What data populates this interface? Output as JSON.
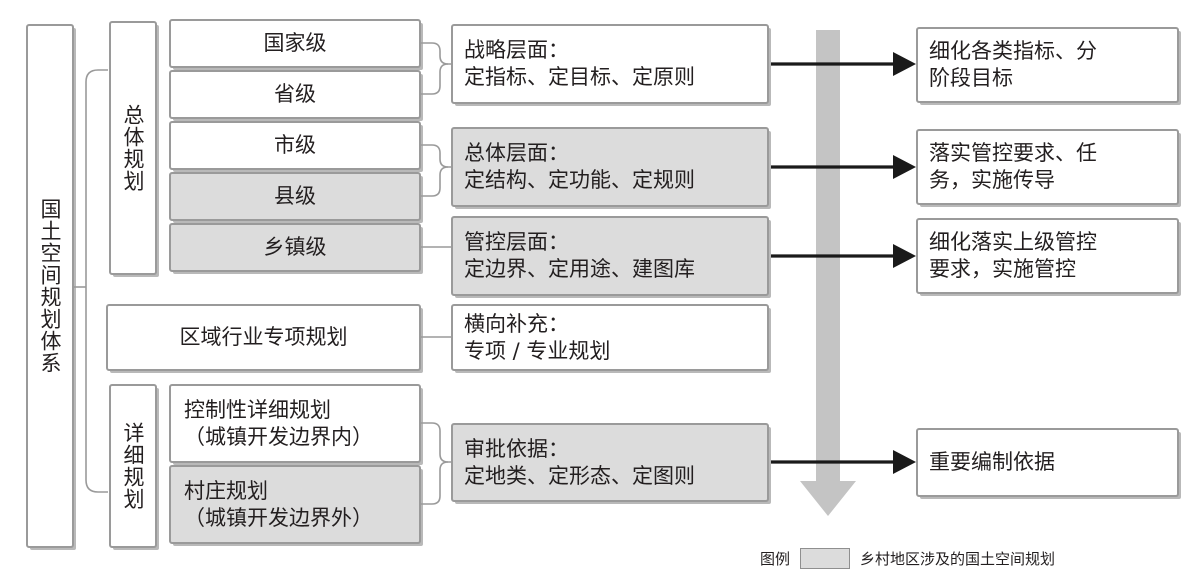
{
  "diagram": {
    "type": "hierarchy-flow",
    "title_root": "国土空间规划体系",
    "legend": {
      "label": "图例",
      "swatch_color": "#dcdcdc",
      "description": "乡村地区涉及的国土空间规划"
    },
    "colors": {
      "shaded_fill": "#dcdcdc",
      "plain_fill": "#ffffff",
      "box_stroke": "#9a9a9a",
      "flow_line": "#1a1a1a",
      "big_arrow": "#c4c4c4"
    },
    "groups": [
      {
        "id": "overall",
        "label": "总体规划",
        "shaded": false
      },
      {
        "id": "detailed",
        "label": "详细规划",
        "shaded": false
      }
    ],
    "levels": [
      {
        "id": "national",
        "label": "国家级",
        "shaded": false
      },
      {
        "id": "provincial",
        "label": "省级",
        "shaded": false
      },
      {
        "id": "municipal",
        "label": "市级",
        "shaded": false
      },
      {
        "id": "county",
        "label": "县级",
        "shaded": true
      },
      {
        "id": "township",
        "label": "乡镇级",
        "shaded": true
      }
    ],
    "special_plan": {
      "id": "regional-special",
      "label": "区域行业专项规划",
      "shaded": false
    },
    "detailed_items": [
      {
        "id": "regulatory-detailed",
        "line1": "控制性详细规划",
        "line2": "（城镇开发边界内）",
        "shaded": false
      },
      {
        "id": "village-plan",
        "line1": "村庄规划",
        "line2": "（城镇开发边界外）",
        "shaded": true
      }
    ],
    "aspects": [
      {
        "id": "strategic",
        "line1": "战略层面：",
        "line2": "定指标、定目标、定原则",
        "shaded": false
      },
      {
        "id": "overall-aspect",
        "line1": "总体层面：",
        "line2": "定结构、定功能、定规则",
        "shaded": true
      },
      {
        "id": "control-aspect",
        "line1": "管控层面：",
        "line2": "定边界、定用途、建图库",
        "shaded": true
      },
      {
        "id": "horizontal",
        "line1": "横向补充：",
        "line2": "专项 / 专业规划",
        "shaded": false
      },
      {
        "id": "approval",
        "line1": "审批依据：",
        "line2": "定地类、定形态、定图则",
        "shaded": true
      }
    ],
    "outcomes": [
      {
        "id": "refine-indicators",
        "line1": "细化各类指标、分",
        "line2": "阶段目标",
        "shaded": false
      },
      {
        "id": "implement-control",
        "line1": "落实管控要求、任",
        "line2": "务，实施传导",
        "shaded": false
      },
      {
        "id": "refine-upper-control",
        "line1": "细化落实上级管控",
        "line2": "要求，实施管控",
        "shaded": false
      },
      {
        "id": "important-basis",
        "line1": "重要编制依据",
        "line2": "",
        "shaded": false
      }
    ]
  }
}
